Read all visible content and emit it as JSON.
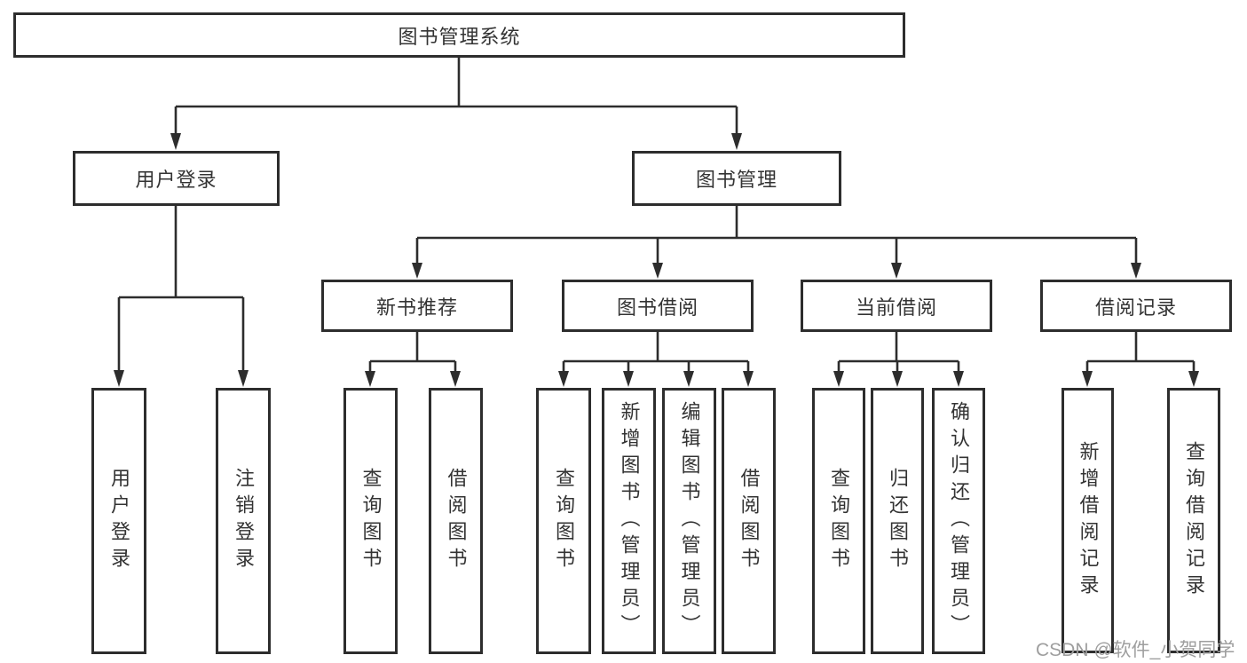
{
  "diagram": {
    "root": "图书管理系统",
    "branches": [
      {
        "label": "用户登录",
        "children": [
          "用户登录",
          "注销登录"
        ]
      },
      {
        "label": "图书管理",
        "children": [
          {
            "label": "新书推荐",
            "children": [
              "查询图书",
              "借阅图书"
            ]
          },
          {
            "label": "图书借阅",
            "children": [
              "查询图书",
              "新增图书（管理员）",
              "编辑图书（管理员）",
              "借阅图书"
            ]
          },
          {
            "label": "当前借阅",
            "children": [
              "查询图书",
              "归还图书",
              "确认归还（管理员）"
            ]
          },
          {
            "label": "借阅记录",
            "children": [
              "新增借阅记录",
              "查询借阅记录"
            ]
          }
        ]
      }
    ]
  },
  "watermark": {
    "text": "CSDN @软件_小贺同学"
  },
  "colors": {
    "border": "#2d2d2d",
    "line": "#2d2d2d",
    "text": "#333333",
    "watermark": "#9e9e9e",
    "background": "#ffffff"
  }
}
